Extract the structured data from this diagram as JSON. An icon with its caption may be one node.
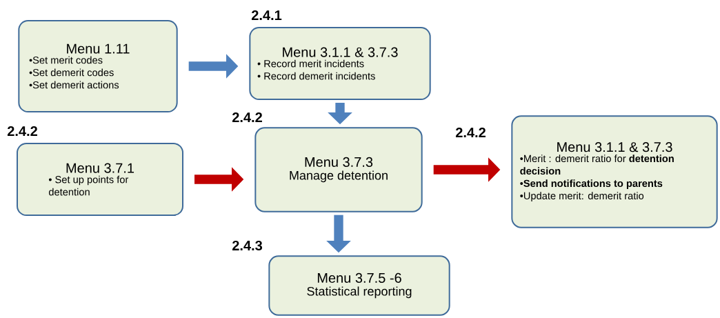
{
  "diagram": {
    "nodes": [
      {
        "text": [
          "Menu 1.11",
          "•Set merit codes",
          "•Set demerit codes",
          "•Set demerit actions"
        ]
      },
      {
        "text": [
          "Menu 3.1.1 & 3.7.3",
          "• Record merit incidents",
          "• Record demerit incidents"
        ],
        "beside": [
          "2.4.1"
        ]
      },
      {
        "text": [
          "Menu 3.7.1",
          "• Set up points for detention"
        ],
        "beside": [
          "2.4.2"
        ]
      },
      {
        "text": [
          "Menu 3.7.3",
          "Manage detention"
        ],
        "beside": [
          "2.4.2"
        ]
      },
      {
        "text": [
          "Menu 3.1.1 & 3.7.3",
          "•Merit : demerit ratio for **detention decision**",
          "•**Send notifications to parents**",
          "•Update merit: demerit ratio"
        ],
        "beside": [
          "2.4.2"
        ]
      },
      {
        "text": [
          "Menu 3.7.5 -6",
          "Statistical reporting"
        ],
        "beside": [
          "2.4.3"
        ]
      }
    ],
    "edges": [
      {
        "from": 0,
        "to": 1,
        "arrow": "to"
      },
      {
        "from": 1,
        "to": 3,
        "arrow": "to"
      },
      {
        "from": 2,
        "to": 3,
        "arrow": "to",
        "color": "#c00000"
      },
      {
        "from": 3,
        "to": 4,
        "arrow": "to",
        "color": "#c00000"
      },
      {
        "from": 3,
        "to": 5,
        "arrow": "to"
      }
    ]
  }
}
